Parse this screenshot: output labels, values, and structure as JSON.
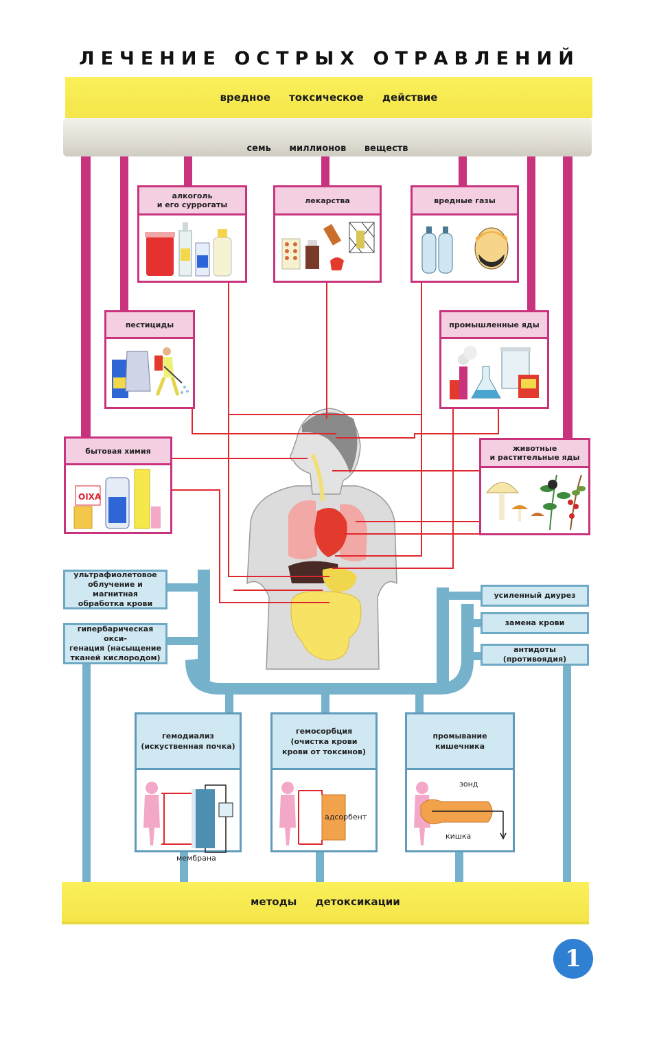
{
  "title": "ЛЕЧЕНИЕ ОСТРЫХ ОТРАВЛЕНИЙ",
  "top_band": "вредное токсическое действие",
  "substances_bar": "семь миллионов веществ",
  "poison_sources": {
    "alcohol": "алкоголь\nи его суррогаты",
    "drugs": "лекарства",
    "gases": "вредные газы",
    "pesticides": "пестициды",
    "industrial": "промышленные яды",
    "household": "бытовая химия",
    "animal_plant": "животные\nи растительные яды"
  },
  "household_label": "OIXA",
  "treatments_left": {
    "uv": "ультрафиолетовое\nоблучение и магнитная\nобработка крови",
    "hyperbaric": "гипербарическая окси-\nгенация (насыщение\nтканей кислородом)"
  },
  "treatments_right": {
    "diuresis": "усиленный диурез",
    "blood_replacement": "замена крови",
    "antidotes": "антидоты (противоядия)"
  },
  "methods": {
    "hemodialysis": {
      "title": "гемодиализ\n(искуственная почка)",
      "label": "мембрана"
    },
    "hemosorption": {
      "title": "гемосорбция\n(очистка крови\nкрови от токсинов)",
      "label": "адсорбент"
    },
    "intestine": {
      "title": "промывание\nкишечника",
      "label_probe": "зонд",
      "label_gut": "кишка"
    }
  },
  "bottom_band": "методы детоксикации",
  "page_number": "1",
  "colors": {
    "accent_pink": "#c9337d",
    "pipe_blue": "#6ea9c5",
    "band_yellow": "#f6ea4e",
    "arrow_red": "#e0262c"
  }
}
